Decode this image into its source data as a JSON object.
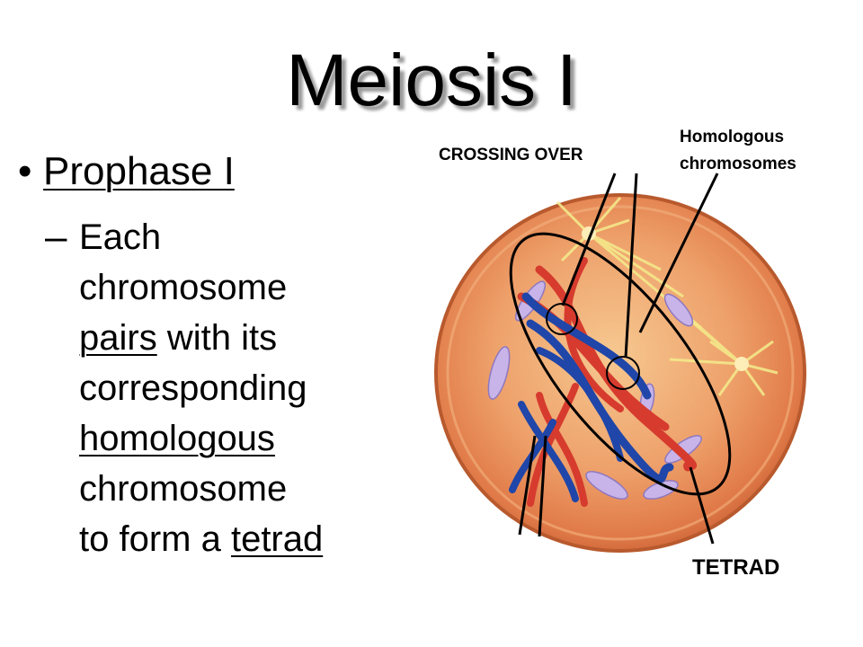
{
  "slide": {
    "title": "Meiosis I",
    "bullet": {
      "symbol": "•",
      "heading": "Prophase I"
    },
    "sub_bullet": {
      "dash": "–",
      "w1": "Each",
      "w2": "chromosome",
      "w3": "pairs",
      "w4": " with its",
      "w5": "corresponding",
      "w6": "homologous",
      "w7": "chromosome",
      "w8": "to form a ",
      "w9": "tetrad"
    }
  },
  "figure": {
    "label_crossing_over": "CROSSING OVER",
    "label_homologous_line1": "Homologous",
    "label_homologous_line2": "chromosomes",
    "label_tetrad": "TETRAD"
  }
}
